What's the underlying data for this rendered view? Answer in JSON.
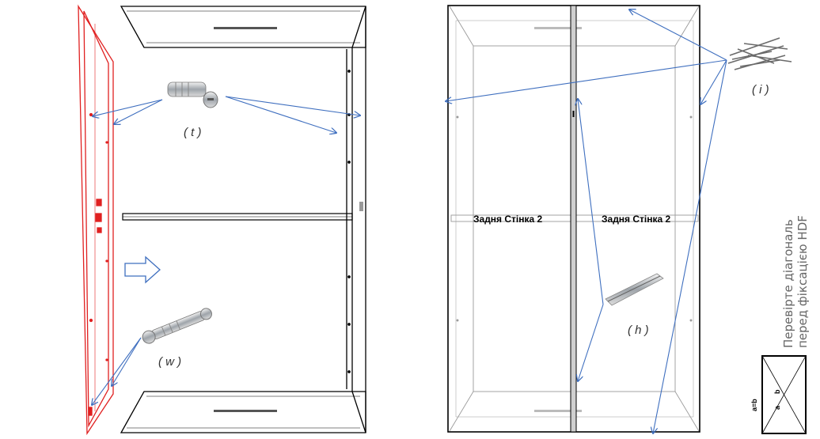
{
  "labels": {
    "hardware_t": "( t )",
    "hardware_w": "( w )",
    "hardware_i": "( i )",
    "hardware_h": "( h )",
    "back_panel_left": "Задня Стінка 2",
    "back_panel_right": "Задня Стінка 2",
    "check_line1": "Перевірте діагональ",
    "check_line2": "перед фіксацією HDF",
    "eq_label": "a=b",
    "diag_a": "a",
    "diag_b": "b"
  },
  "colors": {
    "side_panel": "#e02020",
    "frame": "#000000",
    "inner_lines": "#9a9a9a",
    "arrows": "#3f6fbf",
    "hint_text": "#666666"
  },
  "icons": {
    "cam_bolt": "cam-bolt-icon",
    "connector_bolt": "connector-bolt-icon",
    "nails": "nails-icon",
    "h_profile": "h-profile-icon",
    "direction_arrow": "direction-arrow-icon"
  }
}
